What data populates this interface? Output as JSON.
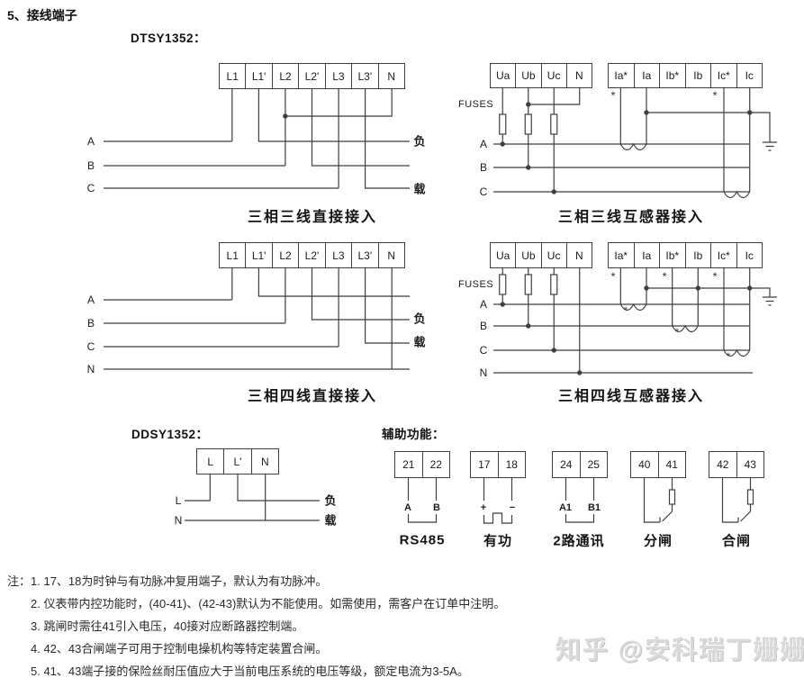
{
  "page": {
    "title": "5、接线端子",
    "watermark": "知乎 @安科瑞丁姗姗"
  },
  "sections": {
    "dtsy_label": "DTSY1352：",
    "ddsy_label": "DDSY1352：",
    "aux_label": "辅助功能："
  },
  "diagram_direct3": {
    "terminals": [
      "L1",
      "L1'",
      "L2",
      "L2'",
      "L3",
      "L3'",
      "N"
    ],
    "left_labels": [
      "A",
      "B",
      "C"
    ],
    "right_labels": [
      "负",
      "载"
    ],
    "caption": "三相三线直接接入"
  },
  "diagram_ct3": {
    "fuses_label": "FUSES",
    "v_terminals": [
      "Ua",
      "Ub",
      "Uc",
      "N"
    ],
    "i_terminals": [
      "Ia*",
      "Ia",
      "Ib*",
      "Ib",
      "Ic*",
      "Ic"
    ],
    "left_labels": [
      "A",
      "B",
      "C"
    ],
    "star_mark": "*",
    "caption": "三相三线互感器接入"
  },
  "diagram_direct4": {
    "terminals": [
      "L1",
      "L1'",
      "L2",
      "L2'",
      "L3",
      "L3'",
      "N"
    ],
    "left_labels": [
      "A",
      "B",
      "C",
      "N"
    ],
    "right_labels": [
      "负",
      "载"
    ],
    "caption": "三相四线直接接入"
  },
  "diagram_ct4": {
    "fuses_label": "FUSES",
    "v_terminals": [
      "Ua",
      "Ub",
      "Uc",
      "N"
    ],
    "i_terminals": [
      "Ia*",
      "Ia",
      "Ib*",
      "Ib",
      "Ic*",
      "Ic"
    ],
    "left_labels": [
      "A",
      "B",
      "C",
      "N"
    ],
    "star_mark": "*",
    "caption": "三相四线互感器接入"
  },
  "diagram_ddsy": {
    "terminals": [
      "L",
      "L'",
      "N"
    ],
    "left_labels": [
      "L",
      "N"
    ],
    "right_labels": [
      "负",
      "载"
    ]
  },
  "aux_blocks": [
    {
      "terminals": [
        "21",
        "22"
      ],
      "pins": [
        "A",
        "B"
      ],
      "caption": "RS485"
    },
    {
      "terminals": [
        "17",
        "18"
      ],
      "pins": [
        "+",
        "−"
      ],
      "caption": "有功"
    },
    {
      "terminals": [
        "24",
        "25"
      ],
      "pins": [
        "A1",
        "B1"
      ],
      "caption": "2路通讯"
    },
    {
      "terminals": [
        "40",
        "41"
      ],
      "pins": [],
      "caption": "分闸"
    },
    {
      "terminals": [
        "42",
        "43"
      ],
      "pins": [],
      "caption": "合闸"
    }
  ],
  "notes": {
    "prefix": "注：",
    "items": [
      "1. 17、18为时钟与有功脉冲复用端子，默认为有功脉冲。",
      "2. 仪表带内控功能时，(40-41)、(42-43)默认为不能使用。如需使用，需客户在订单中注明。",
      "3. 跳闸时需往41引入电压，40接对应断路器控制端。",
      "4. 42、43合闸端子可用于控制电操机构等特定装置合闸。",
      "5. 41、43端子接的保险丝耐压值应大于当前电压系统的电压等级，额定电流为3-5A。"
    ]
  },
  "colors": {
    "line": "#3f3f3f",
    "text": "#1c1c1c",
    "watermark": "#dadada"
  }
}
